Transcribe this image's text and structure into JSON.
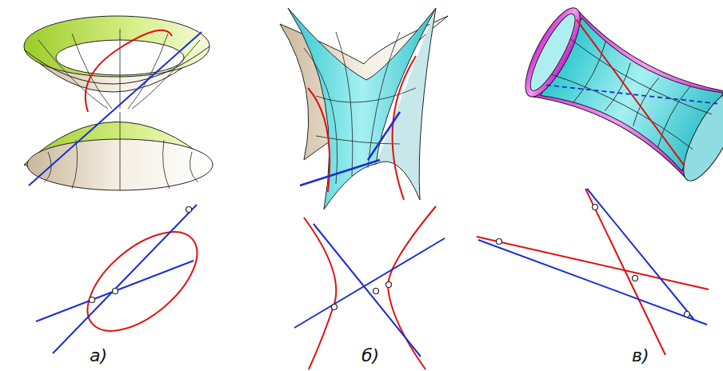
{
  "diagram": {
    "labels": [
      "а)",
      "б)",
      "в)"
    ]
  }
}
